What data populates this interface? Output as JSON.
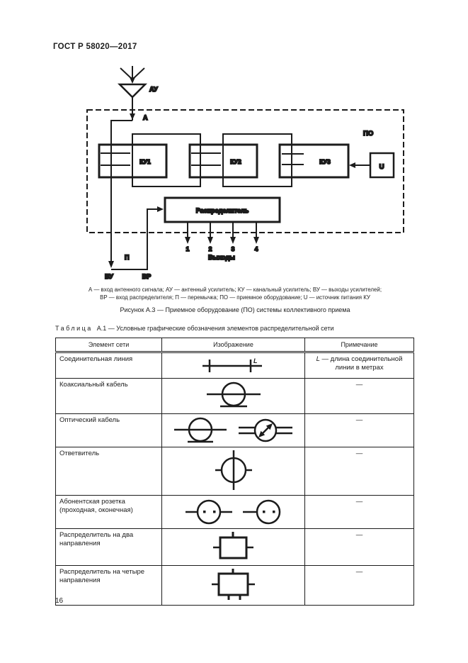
{
  "page": {
    "header": "ГОСТ Р 58020—2017",
    "page_number": "16"
  },
  "figure": {
    "labels": {
      "antenna_amplifier": "АУ",
      "antenna_input": "А",
      "po_box": "ПО",
      "ku1": "КУ1",
      "ku2": "КУ2",
      "ku3": "КУ3",
      "power_source": "U",
      "distributor": "Распределитель",
      "jumper": "П",
      "vu": "ВУ",
      "vr": "ВР",
      "out1": "1",
      "out2": "2",
      "out3": "3",
      "out4": "4",
      "outputs": "Выходы"
    },
    "legend_line1": "А — вход антенного сигнала; АУ — антенный усилитель; КУ — канальный усилитель; ВУ — выходы усилителей;",
    "legend_line2": "ВР — вход распределителя; П — перемычка; ПО — приемное оборудование; U — источник питания КУ",
    "caption": "Рисунок А.3 — Приемное оборудование (ПО) системы коллективного приема"
  },
  "table": {
    "title_word": "Таблица",
    "title_rest": "А.1 — Условные графические обозначения элементов распределительной сети",
    "headers": [
      "Элемент сети",
      "Изображение",
      "Примечание"
    ],
    "rows": [
      {
        "element": "Соединительная линия",
        "symbol": "connecting-line",
        "note_l": "L",
        "note_text": " — длина соединительной линии в метрах"
      },
      {
        "element": "Коаксиальный кабель",
        "symbol": "coaxial-cable",
        "note": "—"
      },
      {
        "element": "Оптический кабель",
        "symbol": "optical-cable",
        "note": "—"
      },
      {
        "element": "Ответвитель",
        "symbol": "tap",
        "note": "—"
      },
      {
        "element": "Абонентская розетка (проходная, оконечная)",
        "symbol": "subscriber-socket",
        "note": "—"
      },
      {
        "element": "Распределитель на два направления",
        "symbol": "two-way-splitter",
        "note": "—"
      },
      {
        "element": "Распределитель на четыре направления",
        "symbol": "four-way-splitter",
        "note": "—"
      }
    ]
  }
}
